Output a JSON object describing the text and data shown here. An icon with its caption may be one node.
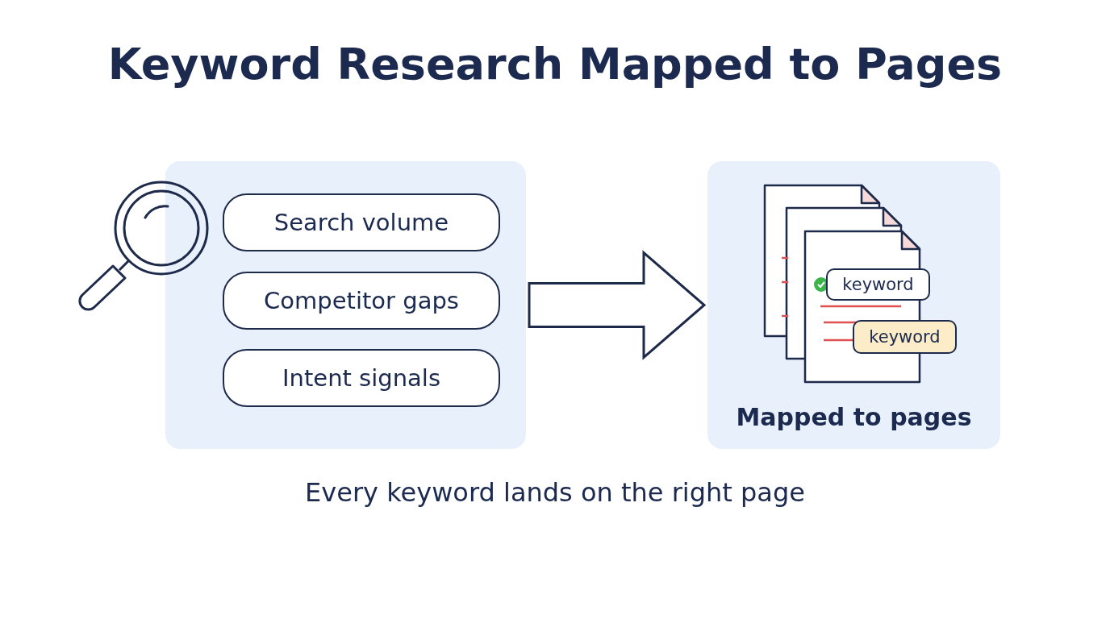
{
  "diagram": {
    "title": "Keyword Research Mapped to Pages",
    "nodes": [
      {
        "text": [],
        "shape": "box"
      },
      {
        "text": [
          "Search volume"
        ],
        "in": 0
      },
      {
        "text": [
          "Competitor gaps"
        ],
        "in": 0
      },
      {
        "text": [
          "Intent signals"
        ],
        "in": 0
      },
      {
        "text": [
          "Mapped to pages"
        ]
      },
      {
        "text": [
          "keyword"
        ],
        "in": 4
      },
      {
        "text": [
          "keyword"
        ],
        "in": 4
      }
    ],
    "edges": [
      {
        "from": 0,
        "to": 4,
        "arrow": "to",
        "style": "thick"
      }
    ],
    "caption": "Every keyword lands on the right page"
  }
}
